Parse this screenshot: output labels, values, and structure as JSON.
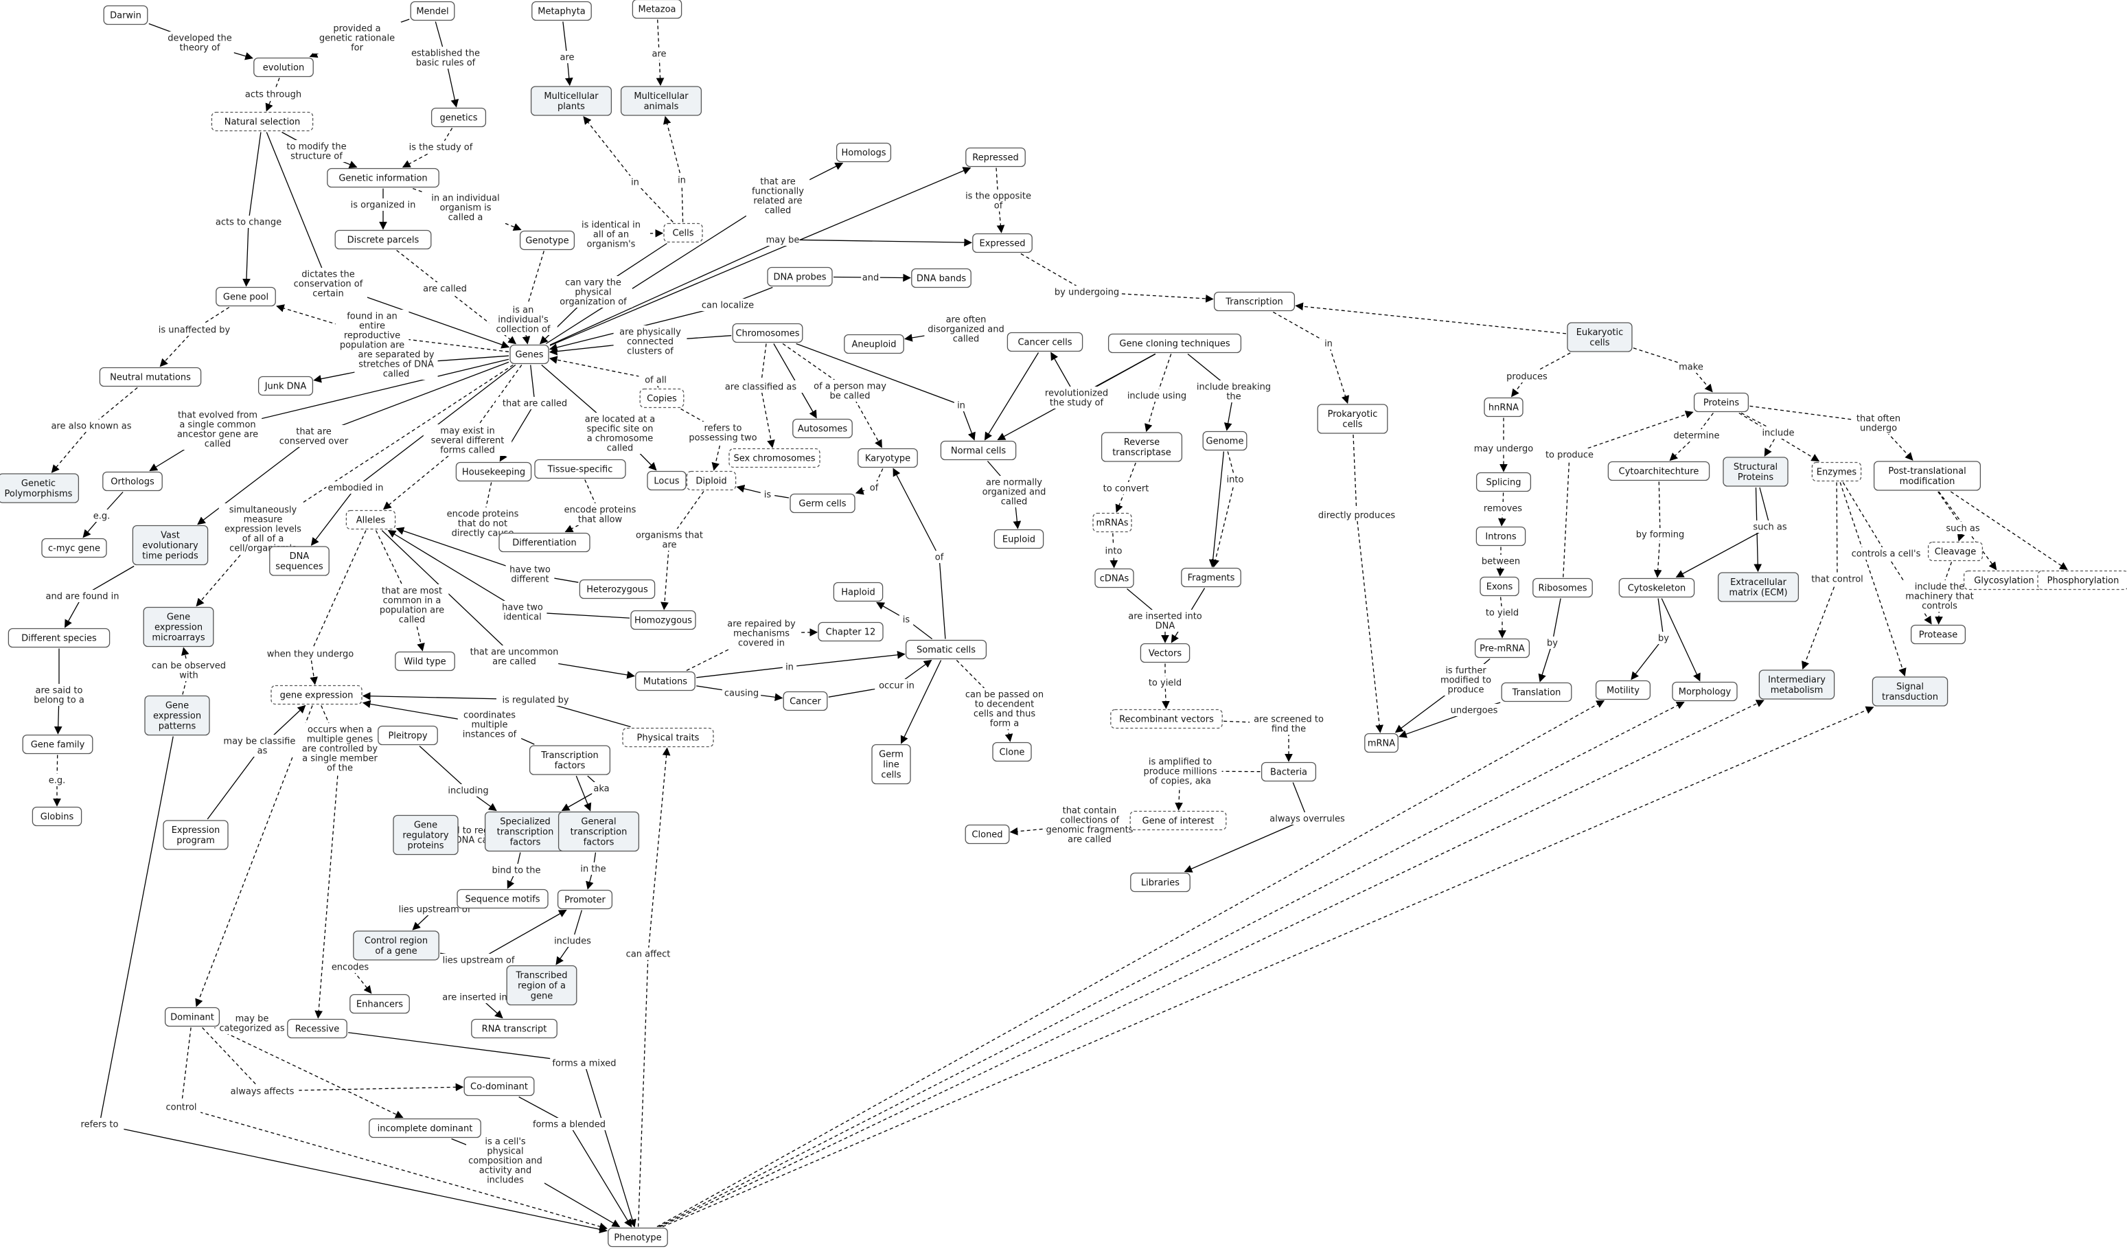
{
  "nodes": [
    {
      "id": "darwin",
      "label": "Darwin"
    },
    {
      "id": "mendel",
      "label": "Mendel"
    },
    {
      "id": "metaphyta",
      "label": "Metaphyta"
    },
    {
      "id": "metazoa",
      "label": "Metazoa"
    },
    {
      "id": "evolution",
      "label": "evolution"
    },
    {
      "id": "multi_plants",
      "label": "Multicellular plants"
    },
    {
      "id": "multi_animals",
      "label": "Multicellular animals"
    },
    {
      "id": "natsel",
      "label": "Natural selection"
    },
    {
      "id": "genetics",
      "label": "genetics"
    },
    {
      "id": "homologs",
      "label": "Homologs"
    },
    {
      "id": "repressed",
      "label": "Repressed"
    },
    {
      "id": "geninfo",
      "label": "Genetic information"
    },
    {
      "id": "cells",
      "label": "Cells"
    },
    {
      "id": "discrete",
      "label": "Discrete parcels"
    },
    {
      "id": "genotype",
      "label": "Genotype"
    },
    {
      "id": "expressed",
      "label": "Expressed"
    },
    {
      "id": "dnaprobes",
      "label": "DNA probes"
    },
    {
      "id": "dnabands",
      "label": "DNA bands"
    },
    {
      "id": "genepool",
      "label": "Gene pool"
    },
    {
      "id": "transcription",
      "label": "Transcription"
    },
    {
      "id": "chromosomes",
      "label": "Chromosomes"
    },
    {
      "id": "aneuploid",
      "label": "Aneuploid"
    },
    {
      "id": "cancercells",
      "label": "Cancer cells"
    },
    {
      "id": "gcloning",
      "label": "Gene cloning techniques"
    },
    {
      "id": "eukaryotic",
      "label": "Eukaryotic cells"
    },
    {
      "id": "genes",
      "label": "Genes"
    },
    {
      "id": "junkdna",
      "label": "Junk DNA"
    },
    {
      "id": "neutral",
      "label": "Neutral mutations"
    },
    {
      "id": "copies",
      "label": "Copies"
    },
    {
      "id": "hnrna",
      "label": "hnRNA"
    },
    {
      "id": "proteins",
      "label": "Proteins"
    },
    {
      "id": "prokaryotic",
      "label": "Prokaryotic cells"
    },
    {
      "id": "autosomes",
      "label": "Autosomes"
    },
    {
      "id": "revtrans",
      "label": "Reverse transcriptase"
    },
    {
      "id": "genome",
      "label": "Genome"
    },
    {
      "id": "normalcells",
      "label": "Normal cells"
    },
    {
      "id": "sexchrom",
      "label": "Sex chromosomes"
    },
    {
      "id": "karyotype",
      "label": "Karyotype"
    },
    {
      "id": "housekeeping",
      "label": "Housekeeping"
    },
    {
      "id": "tissue",
      "label": "Tissue-specific"
    },
    {
      "id": "locus",
      "label": "Locus"
    },
    {
      "id": "diploid",
      "label": "Diploid"
    },
    {
      "id": "splicing",
      "label": "Splicing"
    },
    {
      "id": "cytoarch",
      "label": "Cytoarchitechture"
    },
    {
      "id": "structural",
      "label": "Structural Proteins"
    },
    {
      "id": "enzymes",
      "label": "Enzymes"
    },
    {
      "id": "ptm",
      "label": "Post-translational modification"
    },
    {
      "id": "genpoly",
      "label": "Genetic Polymorphisms"
    },
    {
      "id": "orthologs",
      "label": "Orthologs"
    },
    {
      "id": "alleles",
      "label": "Alleles"
    },
    {
      "id": "germcells",
      "label": "Germ cells"
    },
    {
      "id": "mrnas",
      "label": "mRNAs"
    },
    {
      "id": "differentiation",
      "label": "Differentiation"
    },
    {
      "id": "euploid",
      "label": "Euploid"
    },
    {
      "id": "introns",
      "label": "Introns"
    },
    {
      "id": "cmyc",
      "label": "c-myc gene"
    },
    {
      "id": "vastevo",
      "label": "Vast evolutionary time periods"
    },
    {
      "id": "dnaseq",
      "label": "DNA sequences"
    },
    {
      "id": "cdnas",
      "label": "cDNAs"
    },
    {
      "id": "fragments",
      "label": "Fragments"
    },
    {
      "id": "cleavage",
      "label": "Cleavage"
    },
    {
      "id": "glyco",
      "label": "Glycosylation"
    },
    {
      "id": "phospho",
      "label": "Phosphorylation"
    },
    {
      "id": "heterozygous",
      "label": "Heterozygous"
    },
    {
      "id": "exons",
      "label": "Exons"
    },
    {
      "id": "ribosomes",
      "label": "Ribosomes"
    },
    {
      "id": "cytoskeleton",
      "label": "Cytoskeleton"
    },
    {
      "id": "ecm",
      "label": "Extracellular matrix (ECM)"
    },
    {
      "id": "haploid",
      "label": "Haploid"
    },
    {
      "id": "microarrays",
      "label": "Gene expression microarrays"
    },
    {
      "id": "homozygous",
      "label": "Homozygous"
    },
    {
      "id": "chapter12",
      "label": "Chapter 12"
    },
    {
      "id": "diffspecies",
      "label": "Different species"
    },
    {
      "id": "protease",
      "label": "Protease"
    },
    {
      "id": "vectors",
      "label": "Vectors"
    },
    {
      "id": "somatic",
      "label": "Somatic cells"
    },
    {
      "id": "premrna",
      "label": "Pre-mRNA"
    },
    {
      "id": "wildtype",
      "label": "Wild type"
    },
    {
      "id": "mutations",
      "label": "Mutations"
    },
    {
      "id": "intermed",
      "label": "Intermediary metabolism"
    },
    {
      "id": "motility",
      "label": "Motility"
    },
    {
      "id": "morphology",
      "label": "Morphology"
    },
    {
      "id": "signal",
      "label": "Signal transduction"
    },
    {
      "id": "translation",
      "label": "Translation"
    },
    {
      "id": "geneexpr",
      "label": "gene expression"
    },
    {
      "id": "gepatterns",
      "label": "Gene expression patterns"
    },
    {
      "id": "recvectors",
      "label": "Recombinant vectors"
    },
    {
      "id": "cancer",
      "label": "Cancer"
    },
    {
      "id": "mrna",
      "label": "mRNA"
    },
    {
      "id": "pleitropy",
      "label": "Pleitropy"
    },
    {
      "id": "physical",
      "label": "Physical traits"
    },
    {
      "id": "genefamily",
      "label": "Gene family"
    },
    {
      "id": "tfactors",
      "label": "Transcription factors"
    },
    {
      "id": "clone",
      "label": "Clone"
    },
    {
      "id": "germline",
      "label": "Germ line cells"
    },
    {
      "id": "bacteria",
      "label": "Bacteria"
    },
    {
      "id": "globins",
      "label": "Globins"
    },
    {
      "id": "genereg",
      "label": "Gene regulatory proteins"
    },
    {
      "id": "specialized",
      "label": "Specialized transcription factors"
    },
    {
      "id": "general",
      "label": "General transcription factors"
    },
    {
      "id": "goi",
      "label": "Gene of interest"
    },
    {
      "id": "exprprog",
      "label": "Expression program"
    },
    {
      "id": "cloned",
      "label": "Cloned"
    },
    {
      "id": "libraries",
      "label": "Libraries"
    },
    {
      "id": "seqmotifs",
      "label": "Sequence motifs"
    },
    {
      "id": "promoter",
      "label": "Promoter"
    },
    {
      "id": "controlregion",
      "label": "Control region of a gene"
    },
    {
      "id": "transcribed",
      "label": "Transcribed region of a gene"
    },
    {
      "id": "enhancers",
      "label": "Enhancers"
    },
    {
      "id": "dominant",
      "label": "Dominant"
    },
    {
      "id": "recessive",
      "label": "Recessive"
    },
    {
      "id": "rnatranscript",
      "label": "RNA transcript"
    },
    {
      "id": "codominant",
      "label": "Co-dominant"
    },
    {
      "id": "incomplete",
      "label": "incomplete dominant"
    },
    {
      "id": "phenotype",
      "label": "Phenotype"
    }
  ],
  "links": [
    "developed the theory of",
    "provided a genetic rationale for",
    "established the basic rules of",
    "are",
    "are",
    "acts through",
    "to modify the structure of",
    "is the study of",
    "acts to change",
    "dictates the conservation of certain",
    "is organized in",
    "in an individual organism is called a",
    "is identical in all of an organism's",
    "in",
    "in",
    "that are functionally related are called",
    "is the opposite of",
    "may be",
    "are called",
    "is an individual's collection of",
    "can vary the physical organization of",
    "can localize",
    "and",
    "found in an entire reproductive population are called a",
    "is unaffected by",
    "are separated by stretches of DNA called",
    "are physically connected clusters of",
    "are often disorganized and called",
    "by undergoing",
    "in",
    "produces",
    "make",
    "of all",
    "are also known as",
    "that evolved from a single common ancestor gene are called",
    "that are conserved over",
    "that are called",
    "may exist in several different forms called",
    "are located at a specific site on a chromosome called",
    "refers to possessing two",
    "are classified as",
    "of a person may be called",
    "in",
    "revolutionized the study of",
    "include using",
    "include breaking the",
    "to produce",
    "may undergo",
    "determine",
    "include",
    "that often undergo",
    "directly produces",
    "e.g.",
    "embodied in",
    "simultaneously measure expression levels of all of a cell/organism's",
    "encode proteins that do not directly cause",
    "encode proteins that allow",
    "is",
    "of",
    "are normally organized and called",
    "to convert",
    "into",
    "into",
    "removes",
    "between",
    "such as",
    "such as",
    "by forming",
    "organisms that are",
    "have two different",
    "have two identical",
    "that are most common in a population are called",
    "that are uncommon are called",
    "when they undergo",
    "and are found in",
    "are said to belong to a",
    "e.g.",
    "can be observed with",
    "is",
    "are repaired by mechanisms covered in",
    "of",
    "in",
    "causing",
    "occur in",
    "can be passed on to decendent cells and thus form a",
    "are inserted into DNA",
    "to yield",
    "to yield",
    "is further modified to produce",
    "undergoes",
    "by",
    "that control",
    "controls a cell's",
    "by",
    "include the machinery that controls",
    "is regulated by",
    "coordinates multiple instances of",
    "may be classified as",
    "occurs when a multiple genes are controlled by a single member of the",
    "including",
    "aka",
    "bind to regions of DNA called",
    "bind to the",
    "in the",
    "lies upstream of",
    "lies upstream of",
    "includes",
    "encodes",
    "are inserted into",
    "are screened to find the",
    "is amplified to produce millions of copies, aka",
    "that contain collections of genomic fragments are called",
    "always overrules",
    "may be categorized as",
    "always affects",
    "control",
    "refers to",
    "can affect",
    "forms a mixed",
    "forms a blended",
    "is a cell's physical composition and activity and includes"
  ]
}
